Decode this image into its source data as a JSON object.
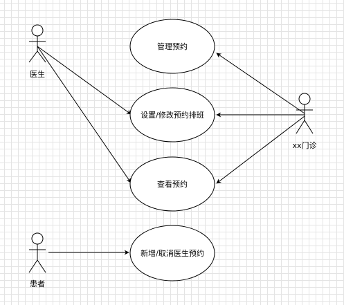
{
  "actors": [
    {
      "id": "doctor",
      "label": "医生"
    },
    {
      "id": "clinic",
      "label": "xx门诊"
    },
    {
      "id": "patient",
      "label": "患者"
    }
  ],
  "use_cases": [
    {
      "id": "manage",
      "label": "管理预约"
    },
    {
      "id": "schedule",
      "label": "设置/修改预约排班"
    },
    {
      "id": "view",
      "label": "查看预约"
    },
    {
      "id": "add_cancel",
      "label": "新增/取消医生预约"
    }
  ],
  "associations": [
    {
      "from": "doctor",
      "to": "schedule"
    },
    {
      "from": "doctor",
      "to": "view"
    },
    {
      "from": "clinic",
      "to": "manage"
    },
    {
      "from": "clinic",
      "to": "schedule"
    },
    {
      "from": "clinic",
      "to": "view"
    },
    {
      "from": "patient",
      "to": "add_cancel"
    }
  ],
  "colors": {
    "stroke": "#000000",
    "fill": "#ffffff",
    "grid": "#e4e4e4"
  }
}
